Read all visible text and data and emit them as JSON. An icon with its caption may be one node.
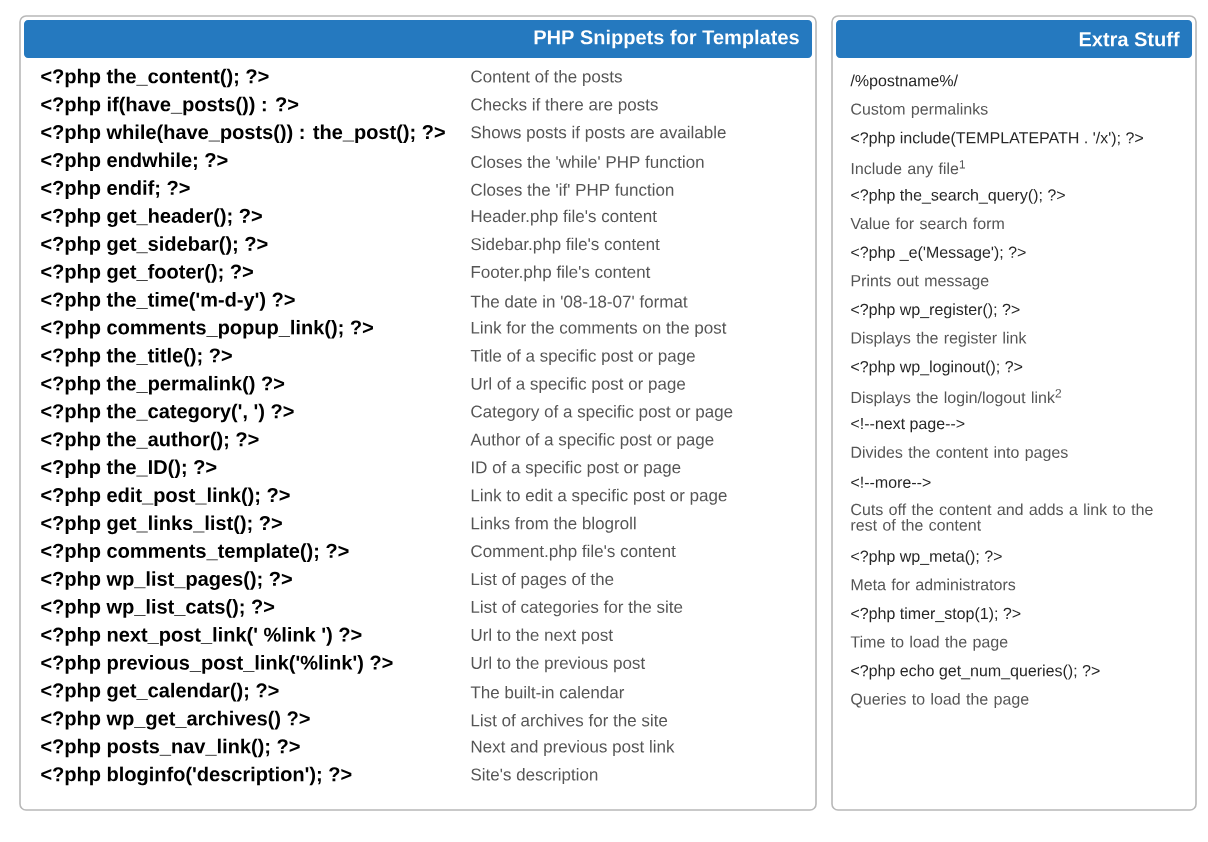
{
  "diagram": {
    "nodes": [
      {
        "text": [
          "PHP Snippets for Templates"
        ]
      },
      {
        "text": [
          "Extra Stuff"
        ]
      }
    ],
    "labels": [
      "<?php the_content(); ?>",
      "Content of the posts",
      "<?php if(have_posts()) : ?>",
      "Checks if there are posts",
      "<?php while(have_posts()) : the_post(); ?>",
      "Shows posts if posts are available",
      "<?php endwhile; ?>",
      "Closes the 'while' PHP function",
      "<?php endif; ?>",
      "Closes the 'if' PHP function",
      "<?php get_header(); ?>",
      "Header.php file's content",
      "<?php get_sidebar(); ?>",
      "Sidebar.php file's content",
      "<?php get_footer(); ?>",
      "Footer.php file's content",
      "<?php the_time('m-d-y') ?>",
      "The date in '08-18-07' format",
      "<?php comments_popup_link(); ?>",
      "Link for the comments on the post",
      "<?php the_title(); ?>",
      "Title of a specific post or page",
      "<?php the_permalink() ?>",
      "Url of a specific post or page",
      "<?php the_category(', ') ?>",
      "Category of a specific post or page",
      "<?php the_author(); ?>",
      "Author of a specific post or page",
      "<?php the_ID(); ?>",
      "ID of a specific post or page",
      "<?php edit_post_link(); ?>",
      "Link to edit a specific post or page",
      "<?php get_links_list(); ?>",
      "Links from the blogroll",
      "<?php comments_template(); ?>",
      "Comment.php file's content",
      "<?php wp_list_pages(); ?>",
      "List of pages of the",
      "<?php wp_list_cats(); ?>",
      "List of categories for the site",
      "<?php next_post_link(' %link ') ?>",
      "Url to the next post",
      "<?php previous_post_link('%link') ?>",
      "Url to the previous post",
      "<?php get_calendar(); ?>",
      "The built-in calendar",
      "<?php wp_get_archives() ?>",
      "List of archives for the site",
      "<?php posts_nav_link(); ?>",
      "Next and previous post link",
      "<?php bloginfo('description'); ?>",
      "Site's description",
      "/%postname%/",
      "Custom permalinks",
      "<?php include(TEMPLATEPATH . '/x'); ?>",
      "Include any file$^{1}$",
      "<?php the_search_query(); ?>",
      "Value for search form",
      "<?php _e('Message'); ?>",
      "Prints out message",
      "<?php wp_register(); ?>",
      "Displays the register link",
      "<?php wp_loginout(); ?>",
      "Displays the login/logout link$^{2}$",
      "<!--next page-->",
      "Divides the content into pages",
      "<!--more-->",
      "Cuts off the content and adds a link to the rest of the content",
      "<?php wp_meta(); ?>",
      "Meta for administrators",
      "<?php timer_stop(1); ?>",
      "Time to load the page",
      "<?php echo get_num_queries(); ?>",
      "Queries to load the page"
    ]
  }
}
